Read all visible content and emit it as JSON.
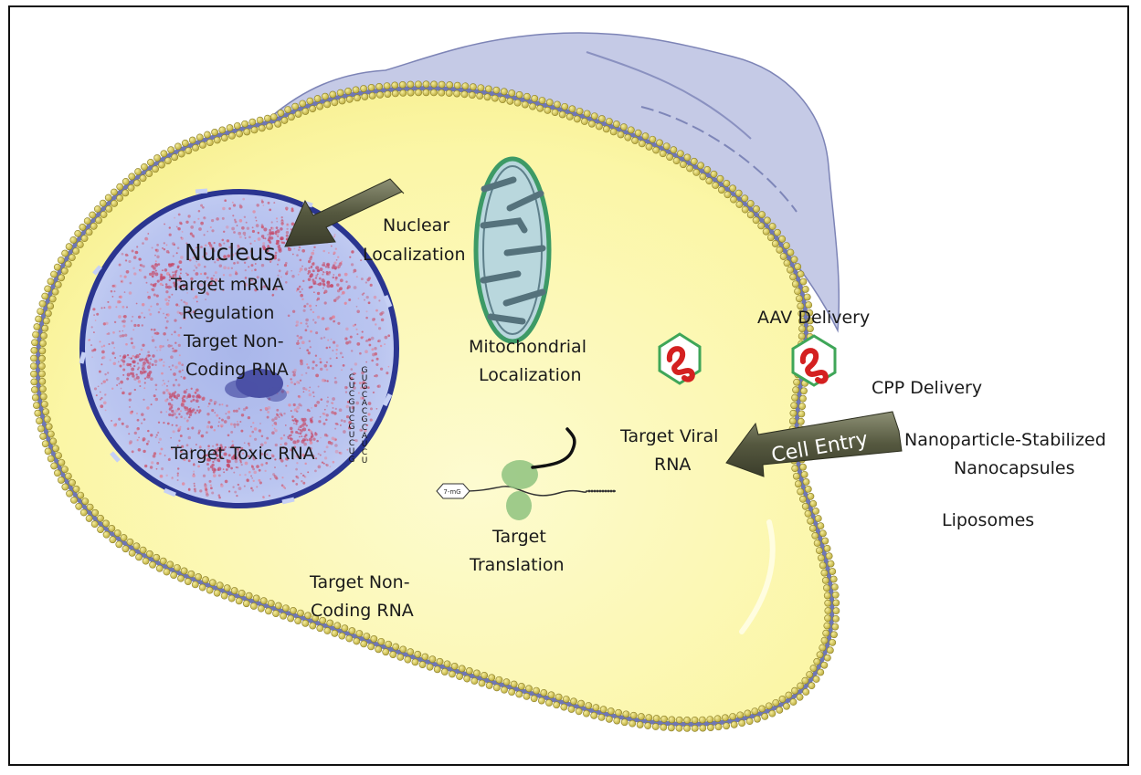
{
  "nucleus": {
    "title": "Nucleus",
    "target_mrna": "Target mRNA",
    "regulation": "Regulation",
    "target_noncoding_1": "Target Non-",
    "target_noncoding_2": "Coding RNA",
    "target_toxic": "Target Toxic RNA",
    "hairpin_left": [
      "C",
      "U",
      "C",
      "G",
      "U",
      "C",
      "G",
      "U",
      "C",
      "U",
      "G"
    ],
    "hairpin_right": [
      "G",
      "U",
      "G",
      "C",
      "A",
      "C",
      "G",
      "C",
      "A",
      "U",
      "C",
      "U"
    ]
  },
  "nuclear_localization": {
    "line1": "Nuclear",
    "line2": "Localization"
  },
  "mitochondrial_localization": {
    "line1": "Mitochondrial",
    "line2": "Localization"
  },
  "viral_rna": {
    "line1": "Target Viral",
    "line2": "RNA"
  },
  "translation": {
    "line1": "Target",
    "line2": "Translation",
    "cap": "7-mG"
  },
  "cytoplasm_noncoding": {
    "line1": "Target Non-",
    "line2": "Coding RNA"
  },
  "delivery": {
    "aav": "AAV Delivery",
    "cpp": "CPP Delivery",
    "nanoparticle_1": "Nanoparticle-Stabilized",
    "nanoparticle_2": "Nanocapsules",
    "liposomes": "Liposomes",
    "cell_entry": "Cell Entry"
  },
  "colors": {
    "cytoplasm": "#fbf7a8",
    "membrane_bead": "#d4c75a",
    "membrane_line": "#6f77b5",
    "extracellular": "#c6cbe6",
    "nucleus_fill": "#b7c3ee",
    "nucleus_border": "#2a3590",
    "mitochondria": "#b8d6dc",
    "mito_border": "#3d9a66",
    "ribosome": "#8ec27f",
    "virus_red": "#d42020",
    "arrow": "#5a5d44"
  }
}
